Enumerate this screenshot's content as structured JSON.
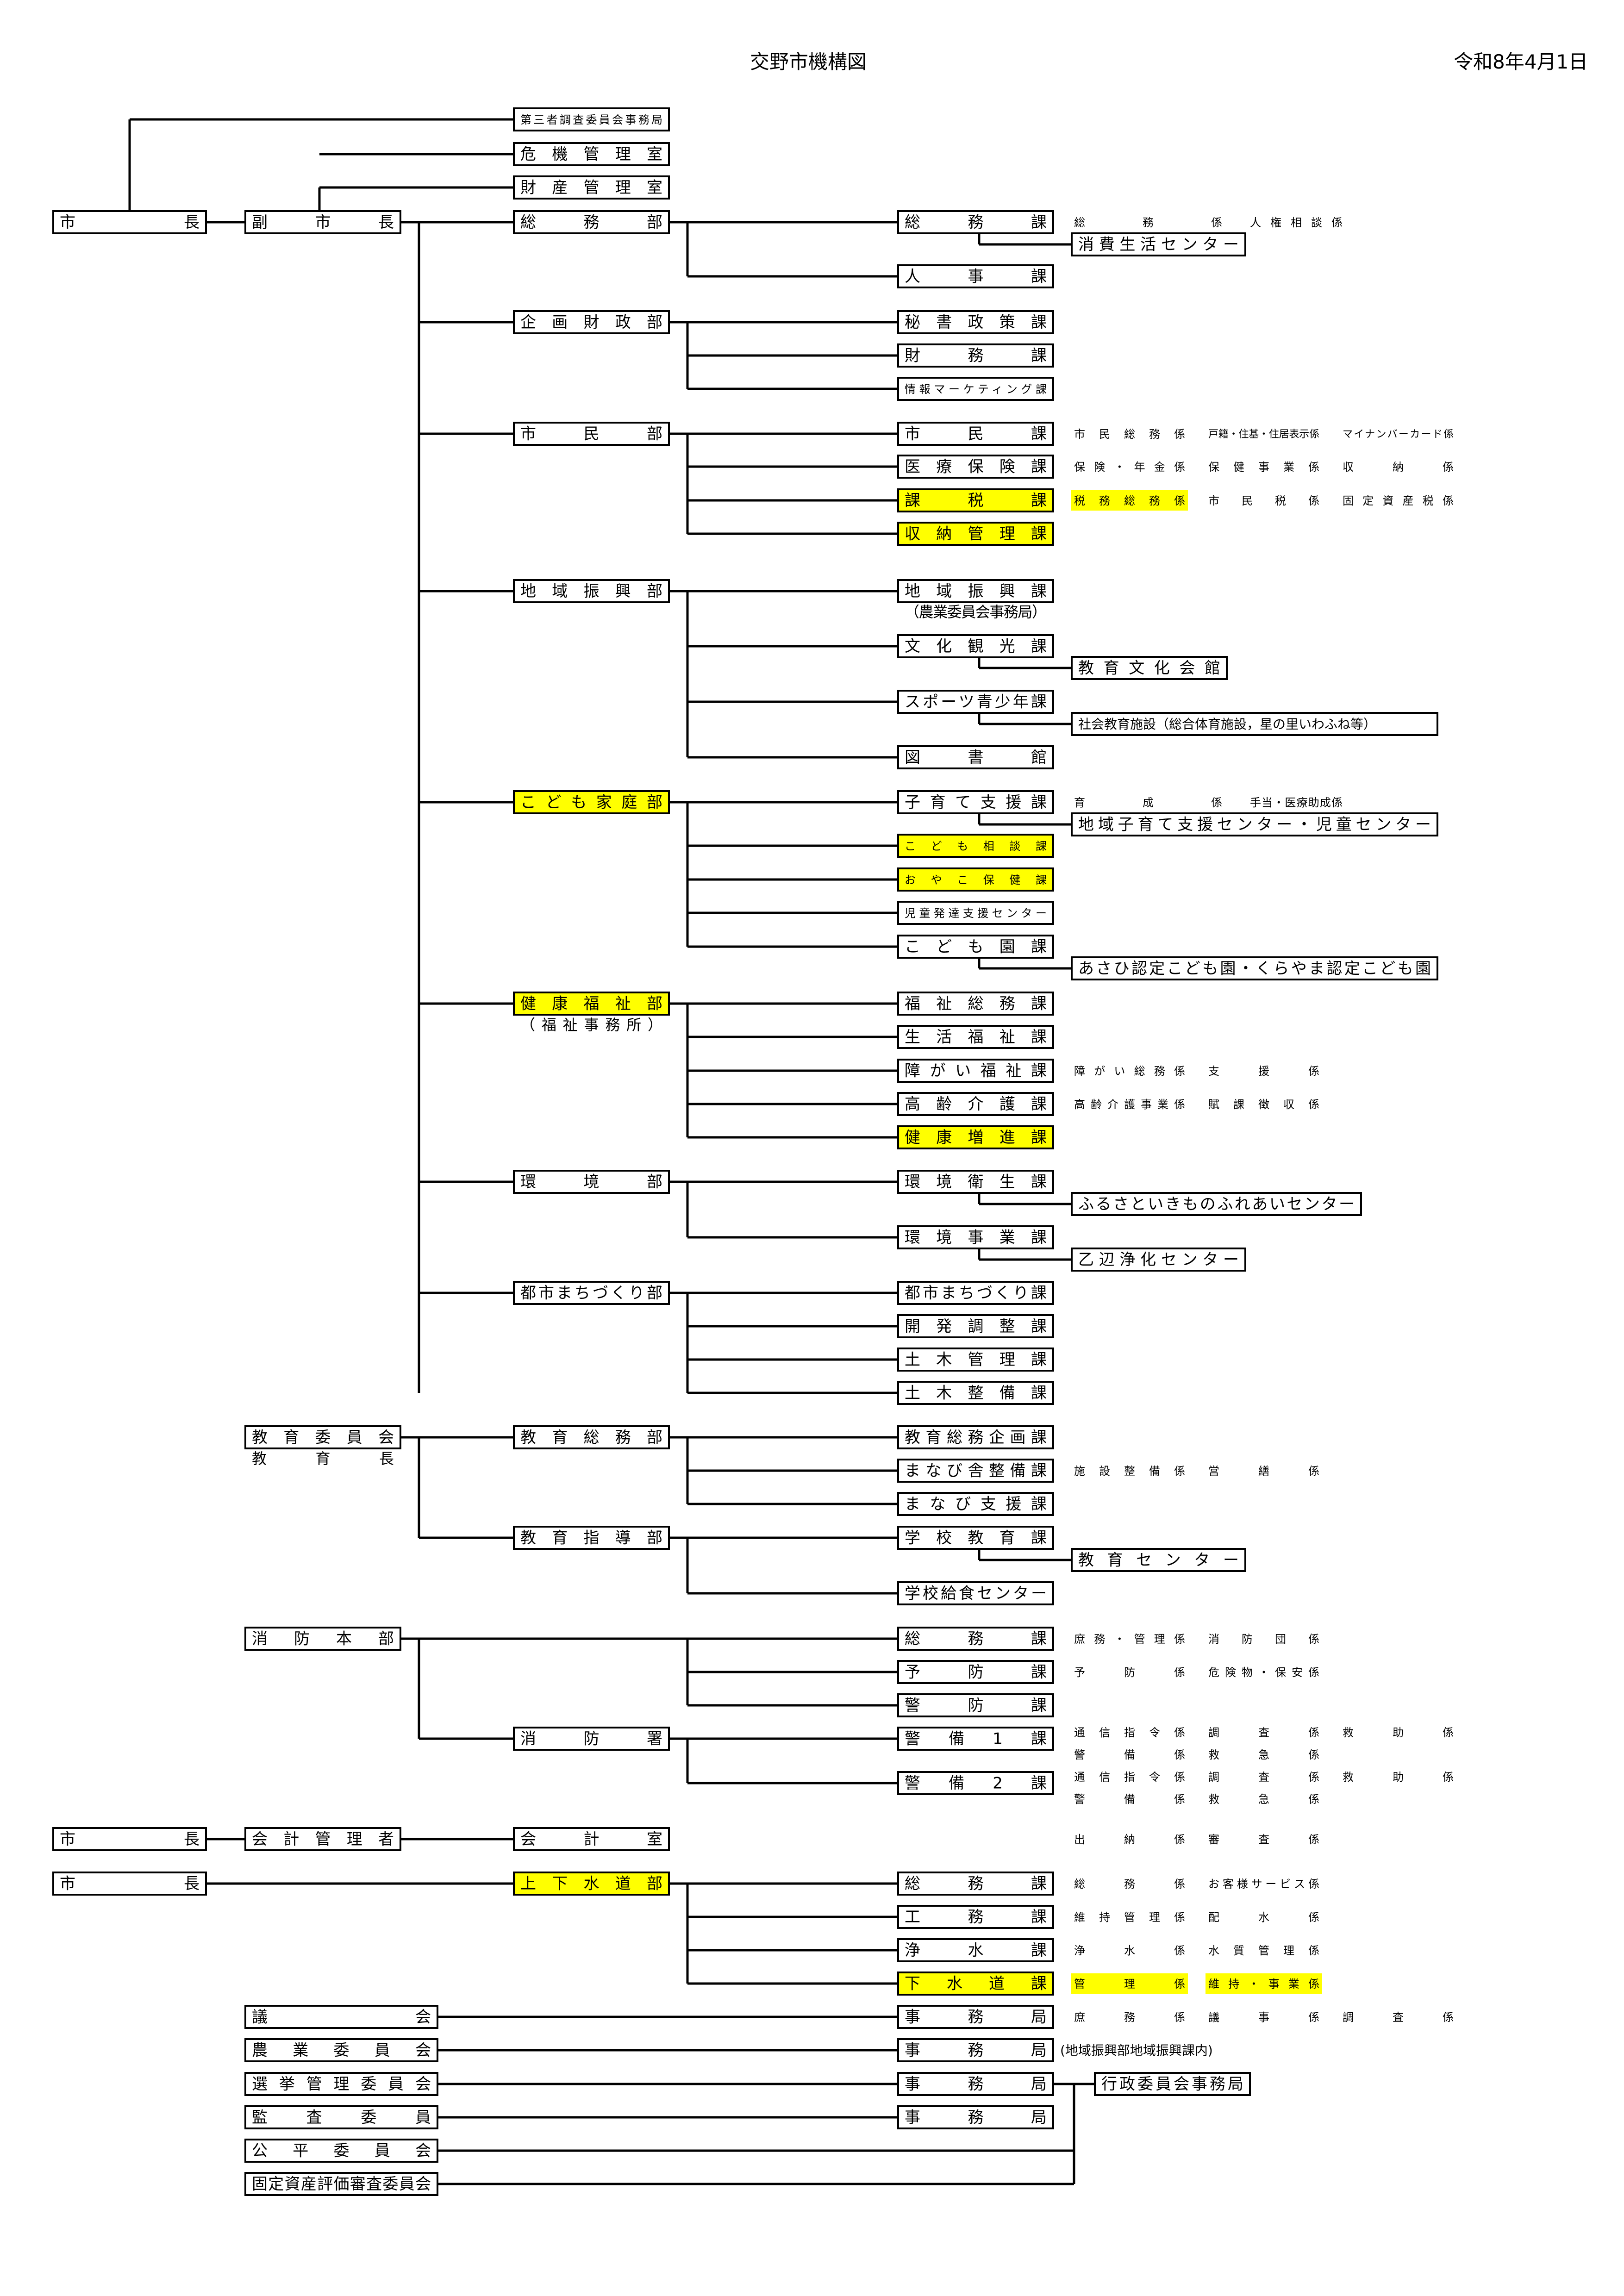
{
  "title": "交野市機構図",
  "date": "令和8年4月1日",
  "colors": {
    "highlight": "#ffff00",
    "line": "#000000",
    "box": "#ffffff"
  },
  "nodes": [
    {
      "id": "third_party",
      "text": "第三者調査委員会事務局"
    },
    {
      "id": "crisis",
      "text": "危機管理室"
    },
    {
      "id": "property",
      "text": "財産管理室"
    },
    {
      "id": "mayor1",
      "text": "市長"
    },
    {
      "id": "vice_mayor",
      "text": "副市長"
    },
    {
      "id": "somu_bu",
      "text": "総務部"
    },
    {
      "id": "somu_ka",
      "text": "総務課"
    },
    {
      "id": "shohi",
      "text": "消費生活センター"
    },
    {
      "id": "jinji",
      "text": "人事課"
    },
    {
      "id": "kikaku_bu",
      "text": "企画財政部"
    },
    {
      "id": "hisho",
      "text": "秘書政策課"
    },
    {
      "id": "zaimu",
      "text": "財務課"
    },
    {
      "id": "joho",
      "text": "情報マーケティング課"
    },
    {
      "id": "shimin_bu",
      "text": "市民部"
    },
    {
      "id": "shimin_ka",
      "text": "市民課"
    },
    {
      "id": "iryo",
      "text": "医療保険課"
    },
    {
      "id": "kazei",
      "text": "課税課"
    },
    {
      "id": "shuno",
      "text": "収納管理課"
    },
    {
      "id": "chiiki_bu",
      "text": "地域振興部"
    },
    {
      "id": "chiiki_ka",
      "text": "地域振興課"
    },
    {
      "id": "bunka",
      "text": "文化観光課"
    },
    {
      "id": "kyoiku_bunka",
      "text": "教育文化会館"
    },
    {
      "id": "sports",
      "text": "スポーツ青少年課"
    },
    {
      "id": "shakai",
      "text": "社会教育施設（総合体育施設，星の里いわふね等）"
    },
    {
      "id": "tosho",
      "text": "図書館"
    },
    {
      "id": "kodomo_bu",
      "text": "こども家庭部"
    },
    {
      "id": "kosodate",
      "text": "子育て支援課"
    },
    {
      "id": "chiiki_kosodate",
      "text": "地域子育て支援センター・児童センター"
    },
    {
      "id": "kodomo_sodan",
      "text": "こども相談課"
    },
    {
      "id": "oyako",
      "text": "おやこ保健課"
    },
    {
      "id": "jido_hattatsu",
      "text": "児童発達支援センター"
    },
    {
      "id": "kodomoen_ka",
      "text": "こども園課"
    },
    {
      "id": "asahi",
      "text": "あさひ認定こども園・くらやま認定こども園"
    },
    {
      "id": "kenko_bu",
      "text": "健康福祉部"
    },
    {
      "id": "fukushi_somu",
      "text": "福祉総務課"
    },
    {
      "id": "seikatsu",
      "text": "生活福祉課"
    },
    {
      "id": "shogai",
      "text": "障がい福祉課"
    },
    {
      "id": "koreisha",
      "text": "高齢介護課"
    },
    {
      "id": "kenko_zoshin",
      "text": "健康増進課"
    },
    {
      "id": "kankyo_bu",
      "text": "環境部"
    },
    {
      "id": "kankyo_eisei",
      "text": "環境衛生課"
    },
    {
      "id": "furusato",
      "text": "ふるさといきものふれあいセンター"
    },
    {
      "id": "kankyo_jigyo",
      "text": "環境事業課"
    },
    {
      "id": "otobe",
      "text": "乙辺浄化センター"
    },
    {
      "id": "toshi_bu",
      "text": "都市まちづくり部"
    },
    {
      "id": "toshi_ka",
      "text": "都市まちづくり課"
    },
    {
      "id": "kaihatsu",
      "text": "開発調整課"
    },
    {
      "id": "doboku_kanri",
      "text": "土木管理課"
    },
    {
      "id": "doboku_seibi",
      "text": "土木整備課"
    },
    {
      "id": "kyoiku_iinkai",
      "text": "教育委員会"
    },
    {
      "id": "kyoiku_somu_bu",
      "text": "教育総務部"
    },
    {
      "id": "kyoiku_somu_kikaku",
      "text": "教育総務企画課"
    },
    {
      "id": "manabi_seibi",
      "text": "まなび舎整備課"
    },
    {
      "id": "manabi_shien",
      "text": "まなび支援課"
    },
    {
      "id": "kyoiku_shido_bu",
      "text": "教育指導部"
    },
    {
      "id": "gakko_kyoiku",
      "text": "学校教育課"
    },
    {
      "id": "kyoiku_center",
      "text": "教育センター"
    },
    {
      "id": "kyushoku",
      "text": "学校給食センター"
    },
    {
      "id": "shobo_honbu",
      "text": "消防本部"
    },
    {
      "id": "shobo_somu",
      "text": "総務課"
    },
    {
      "id": "yobo",
      "text": "予防課"
    },
    {
      "id": "keibo",
      "text": "警防課"
    },
    {
      "id": "shoboshu",
      "text": "消防署"
    },
    {
      "id": "keibi1",
      "text": "警備1課"
    },
    {
      "id": "keibi2",
      "text": "警備2課"
    },
    {
      "id": "mayor2",
      "text": "市長"
    },
    {
      "id": "kaikei_kanrisha",
      "text": "会計管理者"
    },
    {
      "id": "kaikei_shitsu",
      "text": "会計室"
    },
    {
      "id": "mayor3",
      "text": "市長"
    },
    {
      "id": "jogesuido_bu",
      "text": "上下水道部"
    },
    {
      "id": "suido_somu",
      "text": "総務課"
    },
    {
      "id": "komu",
      "text": "工務課"
    },
    {
      "id": "josui",
      "text": "浄水課"
    },
    {
      "id": "gesuido",
      "text": "下水道課"
    },
    {
      "id": "gikai",
      "text": "議会"
    },
    {
      "id": "gikai_jimu",
      "text": "事務局"
    },
    {
      "id": "nogyo",
      "text": "農業委員会"
    },
    {
      "id": "nogyo_jimu",
      "text": "事務局"
    },
    {
      "id": "senkyo",
      "text": "選挙管理委員会"
    },
    {
      "id": "senkyo_jimu",
      "text": "事務局"
    },
    {
      "id": "gyosei",
      "text": "行政委員会事務局"
    },
    {
      "id": "kansa",
      "text": "監査委員"
    },
    {
      "id": "kansa_jimu",
      "text": "事務局"
    },
    {
      "id": "kohei",
      "text": "公平委員会"
    },
    {
      "id": "kotei",
      "text": "固定資産評価審査委員会"
    }
  ],
  "labels": [
    {
      "id": "kyoiku_cho",
      "text": "教育長"
    },
    {
      "id": "nogyo_note",
      "text": "（農業委員会事務局）"
    },
    {
      "id": "fukushi_note",
      "text": "（福祉事務所）"
    },
    {
      "id": "nogyo_jimu_note",
      "text": "(地域振興部地域振興課内)"
    }
  ],
  "sections": [
    {
      "id": "s_somu",
      "items": [
        "総務係",
        "人権相談係"
      ]
    },
    {
      "id": "s_shimin",
      "items": [
        "市民総務係",
        "戸籍・住基・住居表示係",
        "マイナンバーカード係"
      ]
    },
    {
      "id": "s_iryo",
      "items": [
        "保険・年金係",
        "保健事業係",
        "収納係"
      ]
    },
    {
      "id": "s_kazei",
      "items": [
        "税務総務係",
        "市民税係",
        "固定資産税係"
      ]
    },
    {
      "id": "s_kosodate",
      "items": [
        "育成係",
        "手当・医療助成係"
      ]
    },
    {
      "id": "s_shogai",
      "items": [
        "障がい総務係",
        "支援係"
      ]
    },
    {
      "id": "s_korei",
      "items": [
        "高齢介護事業係",
        "賦課徴収係"
      ]
    },
    {
      "id": "s_manabi",
      "items": [
        "施設整備係",
        "営繕係"
      ]
    },
    {
      "id": "s_shobo_somu",
      "items": [
        "庶務・管理係",
        "消防団係"
      ]
    },
    {
      "id": "s_yobo",
      "items": [
        "予防係",
        "危険物・保安係"
      ]
    },
    {
      "id": "s_keibi1a",
      "items": [
        "通信指令係",
        "調査係",
        "救助係"
      ]
    },
    {
      "id": "s_keibi1b",
      "items": [
        "警備係",
        "救急係"
      ]
    },
    {
      "id": "s_keibi2a",
      "items": [
        "通信指令係",
        "調査係",
        "救助係"
      ]
    },
    {
      "id": "s_keibi2b",
      "items": [
        "警備係",
        "救急係"
      ]
    },
    {
      "id": "s_kaikei",
      "items": [
        "出納係",
        "審査係"
      ]
    },
    {
      "id": "s_suido_somu",
      "items": [
        "総務係",
        "お客様サービス係"
      ]
    },
    {
      "id": "s_komu",
      "items": [
        "維持管理係",
        "配水係"
      ]
    },
    {
      "id": "s_josui",
      "items": [
        "浄水係",
        "水質管理係"
      ]
    },
    {
      "id": "s_gesuido",
      "items": [
        "管理係",
        "維持・事業係"
      ]
    },
    {
      "id": "s_gikai",
      "items": [
        "庶務係",
        "議事係",
        "調査係"
      ]
    }
  ]
}
